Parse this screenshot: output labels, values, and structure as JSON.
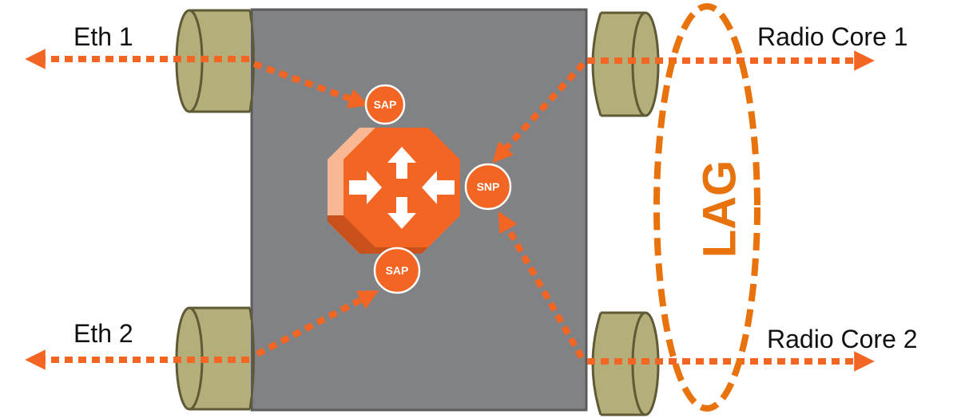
{
  "labels": {
    "eth1": "Eth 1",
    "eth2": "Eth 2",
    "radio_core_1": "Radio Core 1",
    "radio_core_2": "Radio Core 2",
    "lag": "LAG"
  },
  "nodes": {
    "sap_top": "SAP",
    "snp": "SNP",
    "sap_bottom": "SAP"
  },
  "icons": {
    "router": "router-icon",
    "port": "port-cylinder-icon"
  },
  "colors": {
    "accent": "#f26522",
    "lag": "#e8720c",
    "device": "#808285",
    "port_fill": "#b3ae7a",
    "port_stroke": "#5e5a35",
    "router_shade": "#f6a47c",
    "router_dark": "#c8501a"
  }
}
